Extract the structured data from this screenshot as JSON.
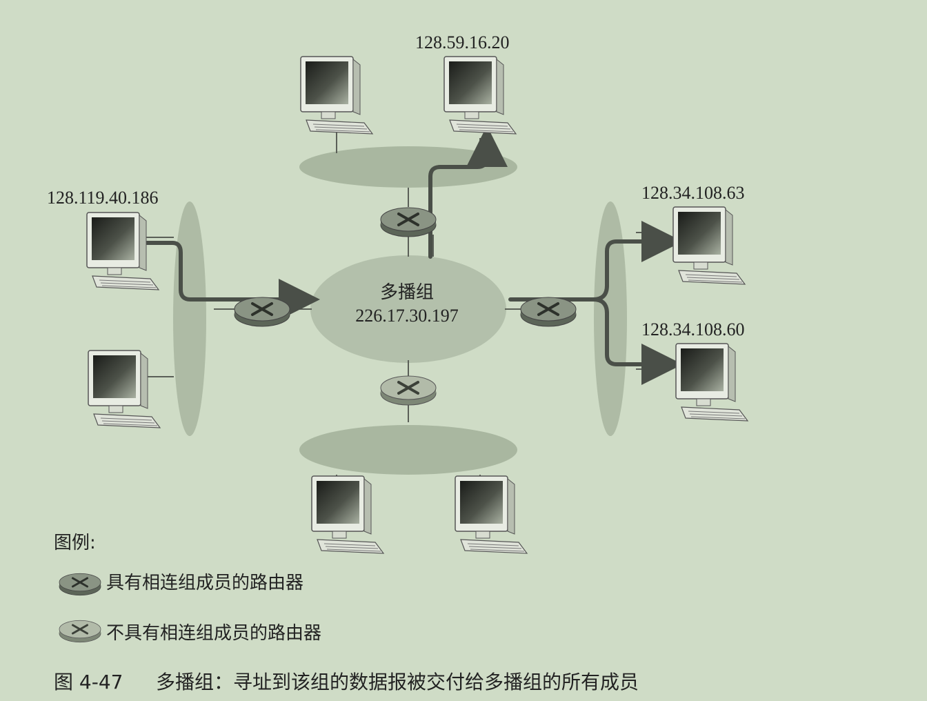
{
  "hosts": {
    "top_right": "128.59.16.20",
    "left": "128.119.40.186",
    "right_top": "128.34.108.63",
    "right_bottom": "128.34.108.60"
  },
  "group": {
    "label": "多播组",
    "address": "226.17.30.197"
  },
  "legend": {
    "title": "图例:",
    "member_router": "具有相连组成员的路由器",
    "nonmember_router": "不具有相连组成员的路由器"
  },
  "caption": {
    "number": "图 4-47",
    "text": "多播组：寻址到该组的数据报被交付给多播组的所有成员"
  },
  "colors": {
    "background": "#cfdcc6",
    "lan": "#a9b7a0",
    "router_member": "#7f8a79",
    "router_nonmember": "#a4ae9c",
    "path": "#4a4f48"
  }
}
